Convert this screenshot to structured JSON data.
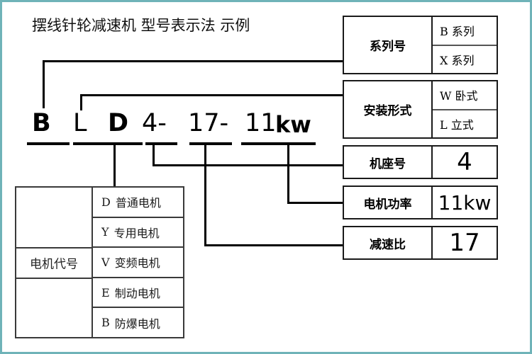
{
  "title": "摆线针轮减速机 型号表示法  示例",
  "model_code": {
    "segments": [
      {
        "text": "B",
        "bold": true
      },
      {
        "text": "L",
        "bold": false
      },
      {
        "text": "D",
        "bold": true
      },
      {
        "text": "4-",
        "bold": false
      },
      {
        "text": "17-",
        "bold": false
      },
      {
        "text": "11",
        "bold": false
      },
      {
        "text": "kw",
        "bold": true
      }
    ],
    "full": "BLD4-17-11kw"
  },
  "right_boxes": [
    {
      "label": "系列号",
      "values": [
        "B 系列",
        "X 系列"
      ],
      "style": "list"
    },
    {
      "label": "安装形式",
      "values": [
        "W 卧式",
        "L 立式"
      ],
      "style": "list"
    },
    {
      "label": "机座号",
      "values": [
        "4"
      ],
      "style": "big"
    },
    {
      "label": "电机功率",
      "values": [
        "11kw"
      ],
      "style": "big"
    },
    {
      "label": "减速比",
      "values": [
        "17"
      ],
      "style": "big"
    }
  ],
  "motor_table": {
    "label": "电机代号",
    "rows": [
      {
        "code": "D",
        "name": "普通电机"
      },
      {
        "code": "Y",
        "name": "专用电机"
      },
      {
        "code": "V",
        "name": "变频电机"
      },
      {
        "code": "E",
        "name": "制动电机"
      },
      {
        "code": "B",
        "name": "防爆电机"
      }
    ]
  },
  "colors": {
    "frame": "#6fb3b8",
    "ink": "#000000",
    "table_border": "#3a3a3a",
    "background": "#ffffff"
  }
}
